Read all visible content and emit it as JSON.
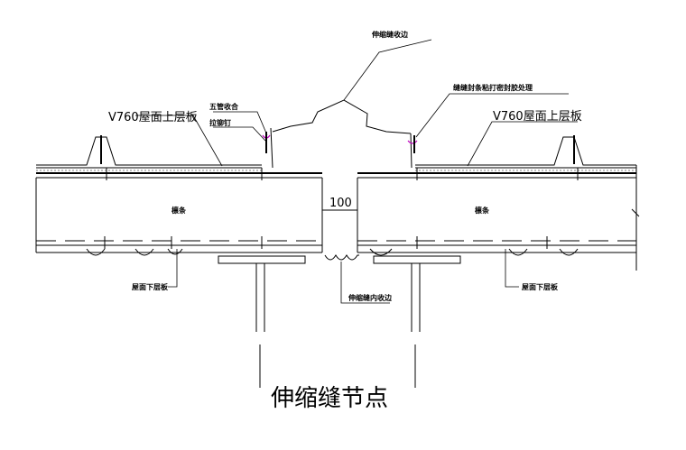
{
  "labels": {
    "joint_top_cover": "伸缩缝收边",
    "left_vent_seal": "五管收合",
    "left_rivet": "拉铆钉",
    "right_seal_note": "缝缝封条粘打密封胶处理",
    "left_upper_panel": "V760屋面上层板",
    "right_upper_panel": "V760屋面上层板",
    "left_purlin": "檩条",
    "right_purlin": "檩条",
    "gap_width": "100",
    "left_lower_panel": "屋面下层板",
    "right_lower_panel": "屋面下层板",
    "inner_trim": "伸缩缝内收边",
    "title": "伸缩缝节点"
  }
}
